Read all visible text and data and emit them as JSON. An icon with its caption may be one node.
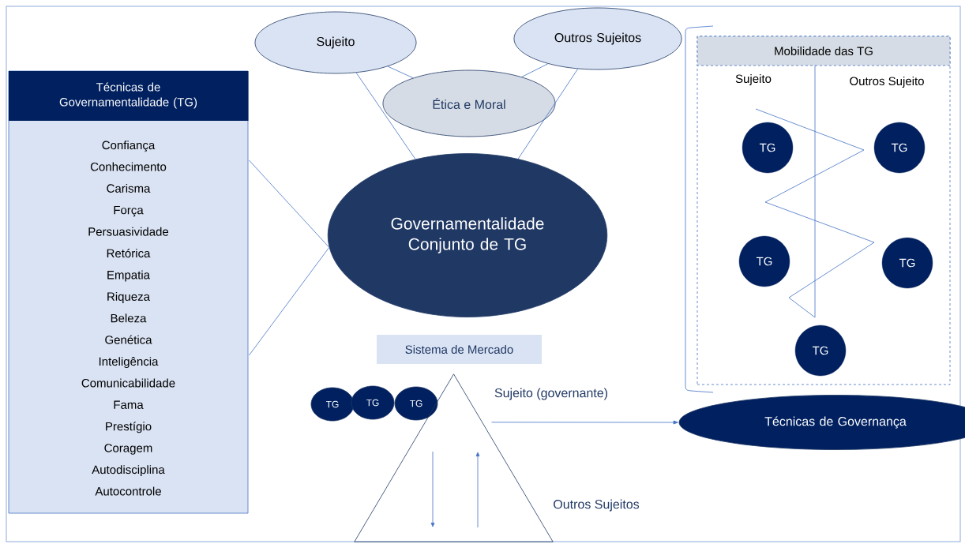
{
  "diagram": {
    "nodes": [
      {
        "text": [
          "Técnicas de Governamentalidade (TG)",
          "Confiança",
          "Conhecimento",
          "Carisma",
          "Força",
          "Persuasividade",
          "Retórica",
          "Empatia",
          "Riqueza",
          "Beleza",
          "Genética",
          "Inteligência",
          "Comunicabilidade",
          "Fama",
          "Prestígio",
          "Coragem",
          "Autodisciplina",
          "Autocontrole"
        ]
      },
      {
        "text": [
          "Sujeito"
        ]
      },
      {
        "text": [
          "Outros Sujeitos"
        ]
      },
      {
        "text": [
          "Ética e Moral"
        ]
      },
      {
        "text": [
          "Governamentalidade Conjunto de TG"
        ]
      },
      {
        "text": [
          "Mobilidade das TG",
          "Sujeito",
          "Outros Sujeito"
        ]
      },
      {
        "text": [
          "TG"
        ],
        "in": 5
      },
      {
        "text": [
          "TG"
        ],
        "in": 5
      },
      {
        "text": [
          "TG"
        ],
        "in": 5
      },
      {
        "text": [
          "TG"
        ],
        "in": 5
      },
      {
        "text": [
          "TG"
        ],
        "in": 5
      },
      {
        "text": [
          "Sistema de Mercado"
        ]
      },
      {
        "text": [
          "TG"
        ]
      },
      {
        "text": [
          "TG"
        ]
      },
      {
        "text": [
          "TG"
        ]
      },
      {
        "text": [],
        "shape": "triangle",
        "beside": [
          "Sujeito (governante)",
          "Outros Sujeitos"
        ]
      },
      {
        "text": [
          "Técnicas de Governança"
        ]
      }
    ],
    "edges": [
      {
        "from": 0,
        "to": 4,
        "arrow": "none"
      },
      {
        "from": 0,
        "to": 4,
        "arrow": "none"
      },
      {
        "from": 1,
        "to": 4,
        "arrow": "none"
      },
      {
        "from": 2,
        "to": 4,
        "arrow": "none"
      },
      {
        "from": 3,
        "to": 1,
        "arrow": "none"
      },
      {
        "from": 3,
        "to": 2,
        "arrow": "none"
      },
      {
        "from": 15,
        "to": 16,
        "arrow": "to"
      }
    ]
  }
}
